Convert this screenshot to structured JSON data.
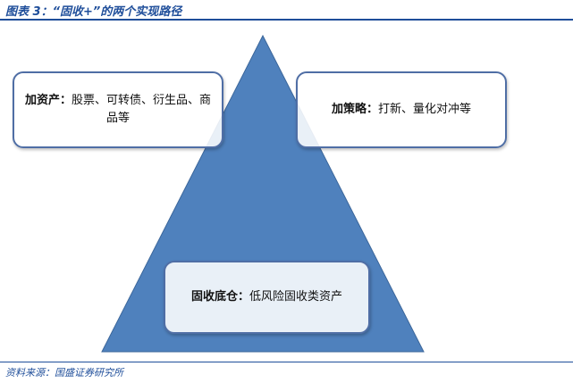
{
  "header": {
    "title": "图表 3：“固收+”的两个实现路径"
  },
  "diagram": {
    "colors": {
      "triangle": "#4f81bd",
      "triangle_border": "#3b669a",
      "box_border": "#4f6ea5"
    },
    "boxes": {
      "left": {
        "label": "加资产：",
        "text": "股票、可转债、衍生品、商品等"
      },
      "right": {
        "label": "加策略：",
        "text": "打新、量化对冲等"
      },
      "bottom": {
        "label": "固收底仓：",
        "text": "低风险固收类资产"
      }
    }
  },
  "footer": {
    "source": "资料来源：国盛证券研究所"
  }
}
